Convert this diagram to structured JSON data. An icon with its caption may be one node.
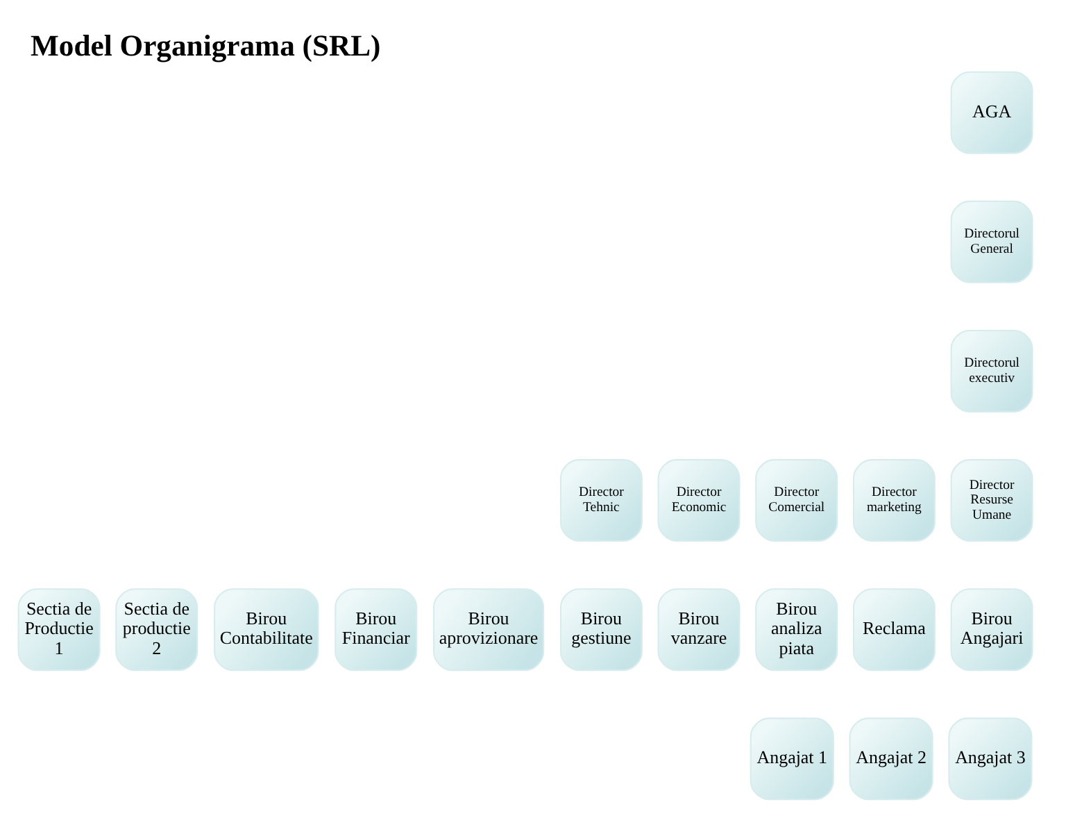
{
  "diagram": {
    "title": "Model Organigrama (SRL)",
    "nodes": [
      {
        "text": [
          "AGA"
        ]
      },
      {
        "text": [
          "Directorul General"
        ]
      },
      {
        "text": [
          "Directorul executiv"
        ]
      },
      {
        "text": [
          "Director Tehnic"
        ]
      },
      {
        "text": [
          "Director Economic"
        ]
      },
      {
        "text": [
          "Director Comercial"
        ]
      },
      {
        "text": [
          "Director marketing"
        ]
      },
      {
        "text": [
          "Director Resurse Umane"
        ]
      },
      {
        "text": [
          "Sectia de Productie 1"
        ]
      },
      {
        "text": [
          "Sectia de productie 2"
        ]
      },
      {
        "text": [
          "Birou Contabilitate"
        ]
      },
      {
        "text": [
          "Birou Financiar"
        ]
      },
      {
        "text": [
          "Birou aprovizionare"
        ]
      },
      {
        "text": [
          "Birou gestiune"
        ]
      },
      {
        "text": [
          "Birou vanzare"
        ]
      },
      {
        "text": [
          "Birou analiza piata"
        ]
      },
      {
        "text": [
          "Reclama"
        ]
      },
      {
        "text": [
          "Birou Angajari"
        ]
      },
      {
        "text": [
          "Angajat 1"
        ]
      },
      {
        "text": [
          "Angajat 2"
        ]
      },
      {
        "text": [
          "Angajat 3"
        ]
      }
    ]
  }
}
